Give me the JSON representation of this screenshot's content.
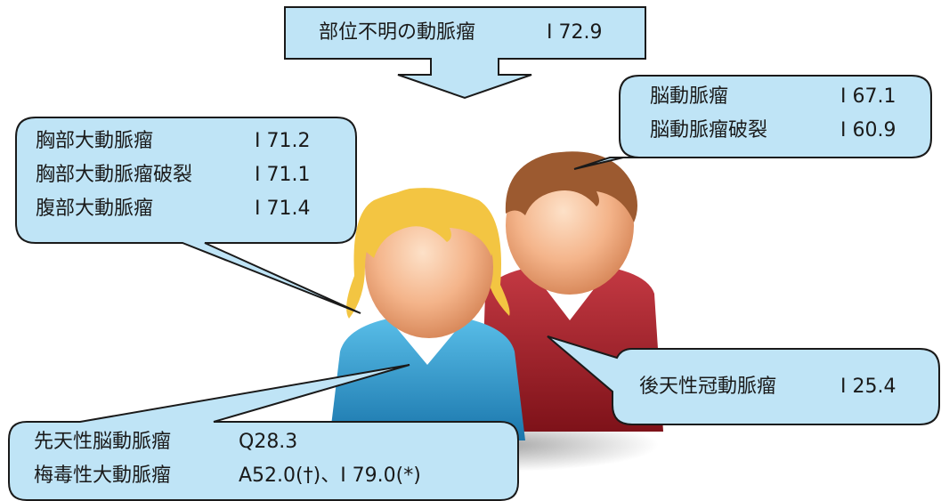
{
  "diagram": {
    "top_box": {
      "name": "部位不明の動脈瘤",
      "code": "I 72.9"
    },
    "thoracic": {
      "rows": [
        {
          "name": "胸部大動脈瘤",
          "code": "I 71.2"
        },
        {
          "name": "胸部大動脈瘤破裂",
          "code": "I 71.1"
        },
        {
          "name": "腹部大動脈瘤",
          "code": "I 71.4"
        }
      ]
    },
    "cerebral": {
      "rows": [
        {
          "name": "脳動脈瘤",
          "code": "I 67.1"
        },
        {
          "name": "脳動脈瘤破裂",
          "code": "I 60.9"
        }
      ]
    },
    "coronary": {
      "name": "後天性冠動脈瘤",
      "code": "I 25.4"
    },
    "congenital": {
      "rows": [
        {
          "name": "先天性脳動脈瘤",
          "code": "Q28.3"
        },
        {
          "name": "梅毒性大動脈瘤",
          "code": "A52.0(†)、I 79.0(*)"
        }
      ]
    },
    "colors": {
      "box_fill": "#bfe4f6",
      "box_stroke": "#1a1a1a",
      "female_shirt": "#2e9bd0",
      "male_shirt": "#a8232b",
      "skin": "#f4b48a",
      "female_hair": "#f3c542",
      "male_hair": "#9c5a30"
    }
  }
}
